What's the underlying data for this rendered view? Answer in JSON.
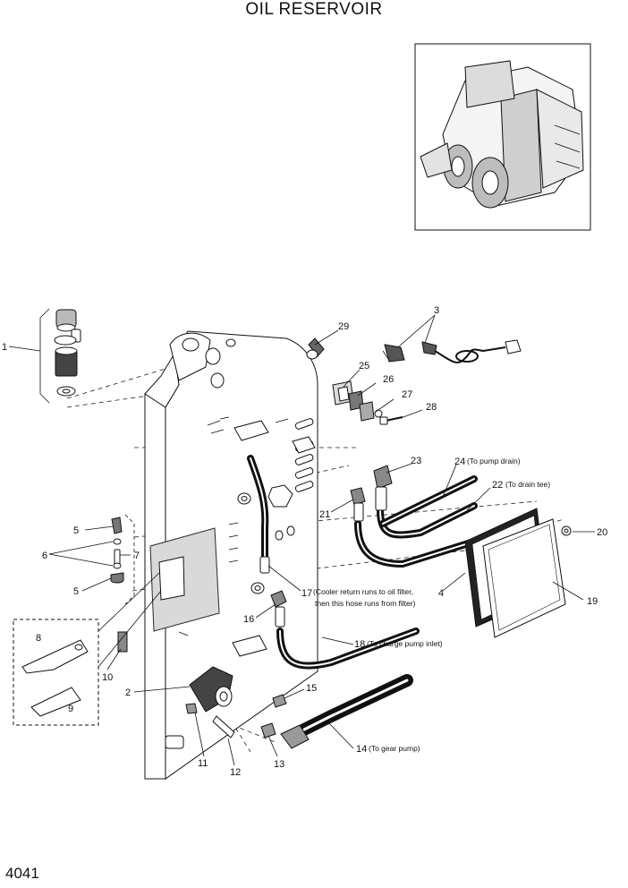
{
  "title": "OIL RESERVOIR",
  "sheet_number": "4041",
  "callouts": {
    "c1": "1",
    "c2": "2",
    "c3": "3",
    "c4": "4",
    "c5a": "5",
    "c5b": "5",
    "c6": "6",
    "c7": "7",
    "c8": "8",
    "c9": "9",
    "c10": "10",
    "c11": "11",
    "c12": "12",
    "c13": "13",
    "c14": "14",
    "c15": "15",
    "c16": "16",
    "c17": "17",
    "c18": "18",
    "c19": "19",
    "c20": "20",
    "c21": "21",
    "c22": "22",
    "c23": "23",
    "c24": "24",
    "c25": "25",
    "c26": "26",
    "c27": "27",
    "c28": "28",
    "c29": "29"
  },
  "notes": {
    "n24": "(To pump drain)",
    "n22": "(To drain tee)",
    "n17a": "(Cooler return runs to oil filter,",
    "n17b": "then this hose runs from filter)",
    "n18": "(To charge pump inlet)",
    "n14": "(To gear pump)"
  }
}
